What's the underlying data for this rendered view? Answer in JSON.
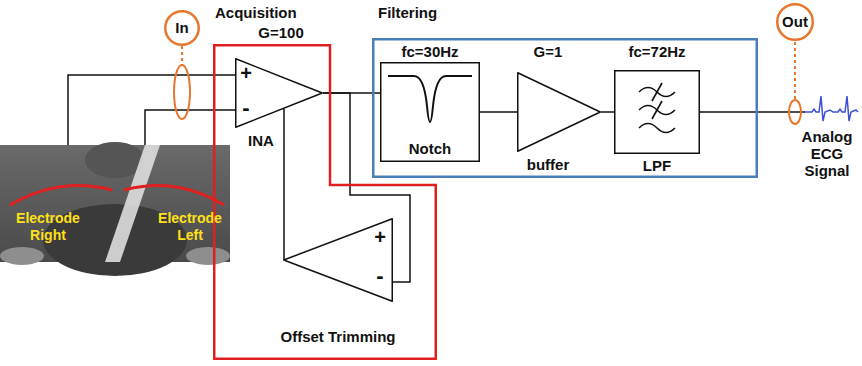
{
  "diagram": {
    "nodes": [
      {
        "text": [
          "Acquisition"
        ]
      },
      {
        "text": [
          "G=100",
          "+",
          "-",
          "INA"
        ],
        "in": 0
      },
      {
        "text": [
          "+",
          "-",
          "Offset Trimming"
        ],
        "in": 0
      },
      {
        "text": [
          "Filtering"
        ]
      },
      {
        "text": [
          "fc=30Hz",
          "Notch"
        ],
        "in": 3
      },
      {
        "text": [
          "G=1",
          "buffer"
        ],
        "in": 3
      },
      {
        "text": [
          "fc=72Hz",
          "LPF"
        ],
        "in": 3
      },
      {
        "text": [
          "In"
        ]
      },
      {
        "text": [
          "Out"
        ]
      }
    ],
    "edges": [
      {
        "from": 1,
        "to": 4,
        "arrow": "none"
      },
      {
        "from": 4,
        "to": 5,
        "arrow": "none"
      },
      {
        "from": 5,
        "to": 6,
        "arrow": "none"
      },
      {
        "from": 1,
        "to": 2,
        "arrow": "none"
      },
      {
        "from": 2,
        "to": 1,
        "arrow": "none"
      }
    ],
    "labels": [
      "Electrode Right",
      "Electrode Left",
      "Analog ECG Signal"
    ]
  }
}
